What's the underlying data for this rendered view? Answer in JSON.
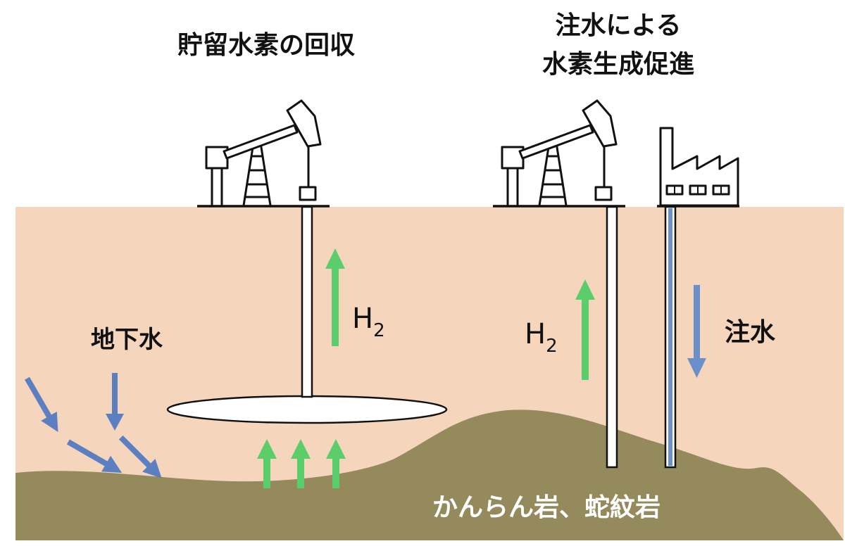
{
  "titles": {
    "left": "貯留水素の回収",
    "right_line1": "注水による",
    "right_line2": "水素生成促進"
  },
  "labels": {
    "groundwater": "地下水",
    "h2_left_main": "H",
    "h2_left_sub": "2",
    "h2_right_main": "H",
    "h2_right_sub": "2",
    "injection": "注水",
    "rock": "かんらん岩、蛇紋岩"
  },
  "colors": {
    "soil": "#f5d6bd",
    "rock": "#948a5c",
    "h2_arrow": "#5ccd6b",
    "water_arrow": "#5b7fc0",
    "injection_well": "#6b8fc8",
    "rock_text": "#ffffff",
    "text": "#111111"
  },
  "icons": [
    "pumpjack-left-icon",
    "pumpjack-right-icon",
    "factory-icon"
  ]
}
